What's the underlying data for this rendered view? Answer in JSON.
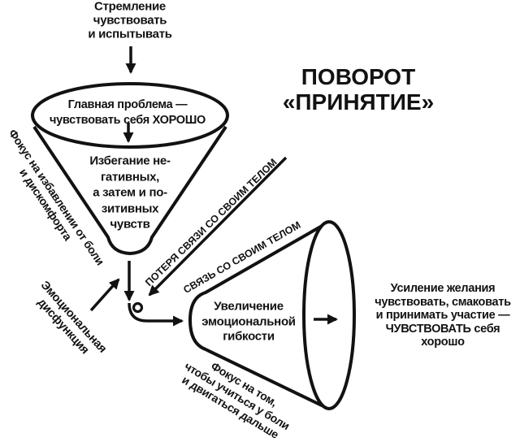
{
  "colors": {
    "ink": "#121212",
    "background": "#ffffff"
  },
  "title": {
    "lines": [
      "ПОВОРОТ",
      "«ПРИНЯТИЕ»"
    ]
  },
  "labels": {
    "aspiration": {
      "lines": [
        "Стремление",
        "чувствовать",
        "и испытывать"
      ]
    },
    "main_problem": {
      "lines": [
        "Главная проблема —",
        "чувствовать себя ХОРОШО"
      ]
    },
    "avoidance": {
      "lines": [
        "Избегание не-",
        "гативных,",
        "а затем и по-",
        "зитивных",
        "чувств"
      ]
    },
    "focus_on_pain_relief": {
      "lines": [
        "Фокус на избавлении от боли",
        "и дискомфорта"
      ]
    },
    "emotional_dysfunction": {
      "lines": [
        "Эмоциональная",
        "дисфункция"
      ]
    },
    "loss_of_body_connection": {
      "text": "ПОТЕРЯ СВЯЗИ СО СВОИМ ТЕЛОМ"
    },
    "body_connection": {
      "text": "СВЯЗЬ СО СВОИМ ТЕЛОМ"
    },
    "emotional_flexibility": {
      "lines": [
        "Увеличение",
        "эмоциональной",
        "гибкости"
      ]
    },
    "focus_on_learning": {
      "lines": [
        "Фокус на том,",
        "чтобы учиться у боли",
        "и двигаться дальше"
      ]
    },
    "desire_strengthening": {
      "lines": [
        "Усиление желания",
        "чувствовать, смаковать",
        "и принимать участие —",
        "ЧУВСТВОВАТЬ себя",
        "хорошо"
      ]
    }
  }
}
